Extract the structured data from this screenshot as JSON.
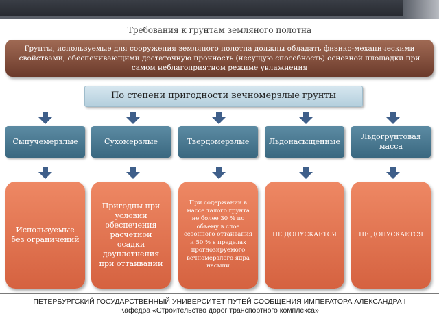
{
  "title": "Требования к грунтам земляного полотна",
  "banner_text": "Грунты, используемые для сооружения земляного полотна должны обладать физико-механическими свойствами, обеспечивающими достаточную прочность (несущую способность) основной площадки при самом неблагоприятном режиме увлажнения",
  "category": "По степени пригодности вечномерзлые грунты",
  "types": [
    {
      "label": "Сыпучемерзлые"
    },
    {
      "label": "Сухомерзлые"
    },
    {
      "label": "Твердомерзлые"
    },
    {
      "label": "Льдонасыщенные"
    },
    {
      "label": "Льдогрунтовая масса"
    }
  ],
  "descriptions": [
    {
      "text": "Используемые без ограничений"
    },
    {
      "text": "Пригодны при условии обеспечения расчетной осадки доуплотнения при оттаивании"
    },
    {
      "text": "При содержании в массе талого грунта не более 30 % по объему в слое сезонного оттаивания и 50 % в пределах прогнозируемого вечномерзлого ядра насыпи"
    },
    {
      "text": "НЕ ДОПУСКАЕТСЯ"
    },
    {
      "text": "НЕ ДОПУСКАЕТСЯ"
    }
  ],
  "footer": {
    "line1": "ПЕТЕРБУРГСКИЙ ГОСУДАРСТВЕННЫЙ УНИВЕРСИТЕТ ПУТЕЙ СООБЩЕНИЯ ИМПЕРАТОРА АЛЕКСАНДРА I",
    "line2": "Кафедра «Строительство дорог транспортного комплекса»"
  },
  "colors": {
    "banner": "#8a5240",
    "category_bar": "#c6dbe6",
    "type_box": "#4a7a92",
    "desc_box": "#e37450",
    "arrow": "#3f5f8a"
  }
}
